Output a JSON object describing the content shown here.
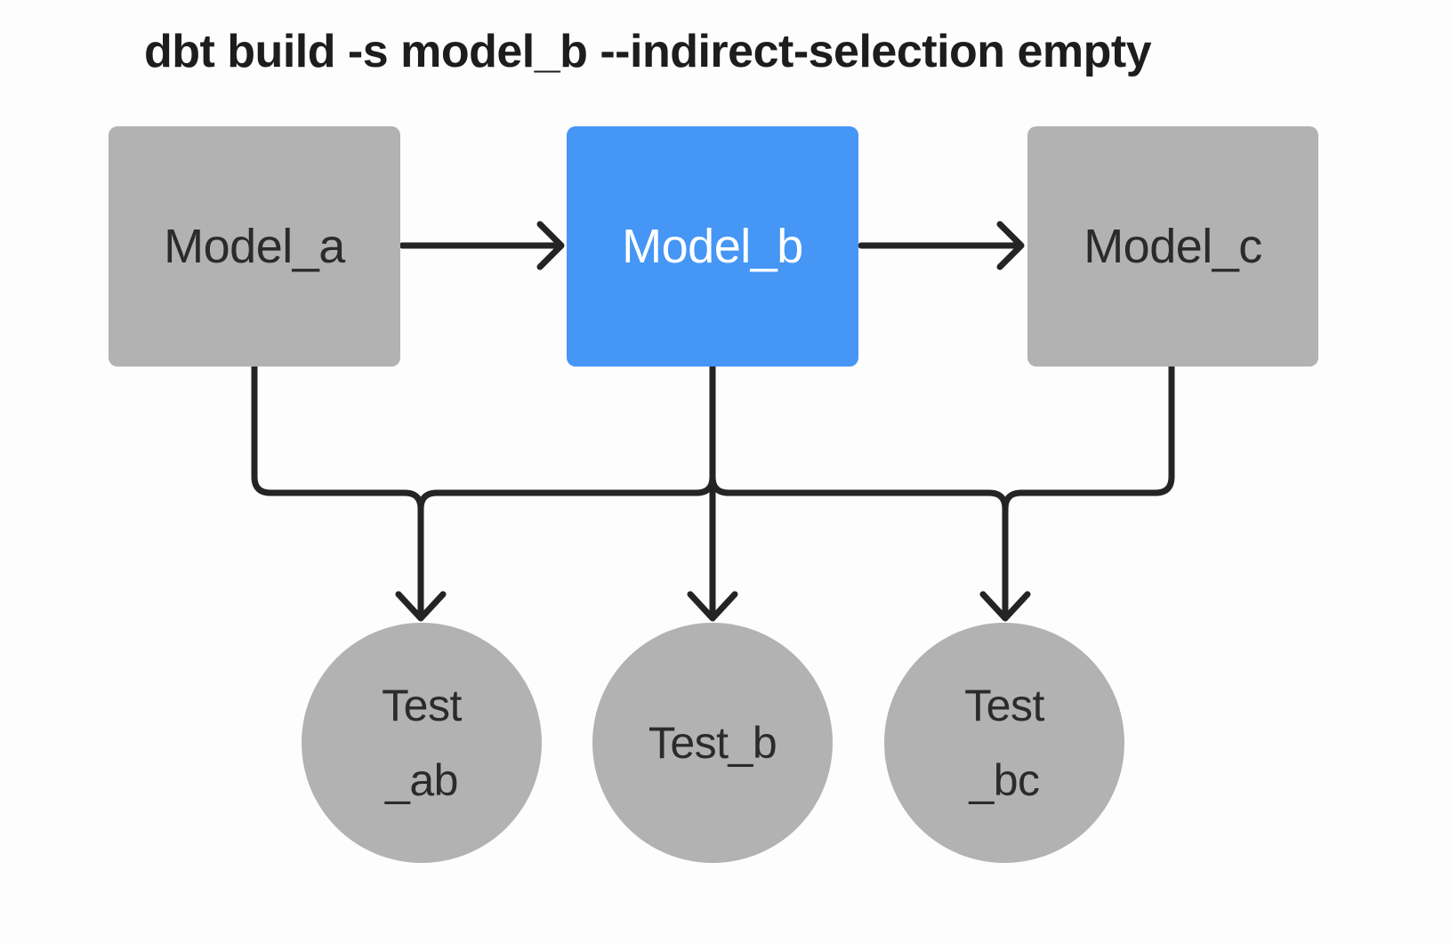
{
  "title": {
    "text": "dbt build -s model_b --indirect-selection empty"
  },
  "colors": {
    "background": "#fdfdfd",
    "title_text": "#1d1d1d",
    "line": "#242424",
    "node_fill": "#b2b2b2",
    "node_text": "#2b2b2b",
    "selected": "#4596f5",
    "selected_text": "#ffffff"
  },
  "diagram": {
    "nodes": {
      "model_a": {
        "label": "Model_a",
        "shape": "rectangle",
        "selected": false
      },
      "model_b": {
        "label": "Model_b",
        "shape": "rectangle",
        "selected": true
      },
      "model_c": {
        "label": "Model_c",
        "shape": "rectangle",
        "selected": false
      },
      "test_ab": {
        "label_line1": "Test",
        "label_line2": "_ab",
        "shape": "circle",
        "selected": false
      },
      "test_b": {
        "label": "Test_b",
        "shape": "circle",
        "selected": false
      },
      "test_bc": {
        "label_line1": "Test",
        "label_line2": "_bc",
        "shape": "circle",
        "selected": false
      }
    },
    "edges": [
      {
        "from": "model_a",
        "to": "model_b"
      },
      {
        "from": "model_b",
        "to": "model_c"
      },
      {
        "from": "model_a",
        "to": "test_ab"
      },
      {
        "from": "model_b",
        "to": "test_ab"
      },
      {
        "from": "model_b",
        "to": "test_b"
      },
      {
        "from": "model_b",
        "to": "test_bc"
      },
      {
        "from": "model_c",
        "to": "test_bc"
      }
    ]
  }
}
